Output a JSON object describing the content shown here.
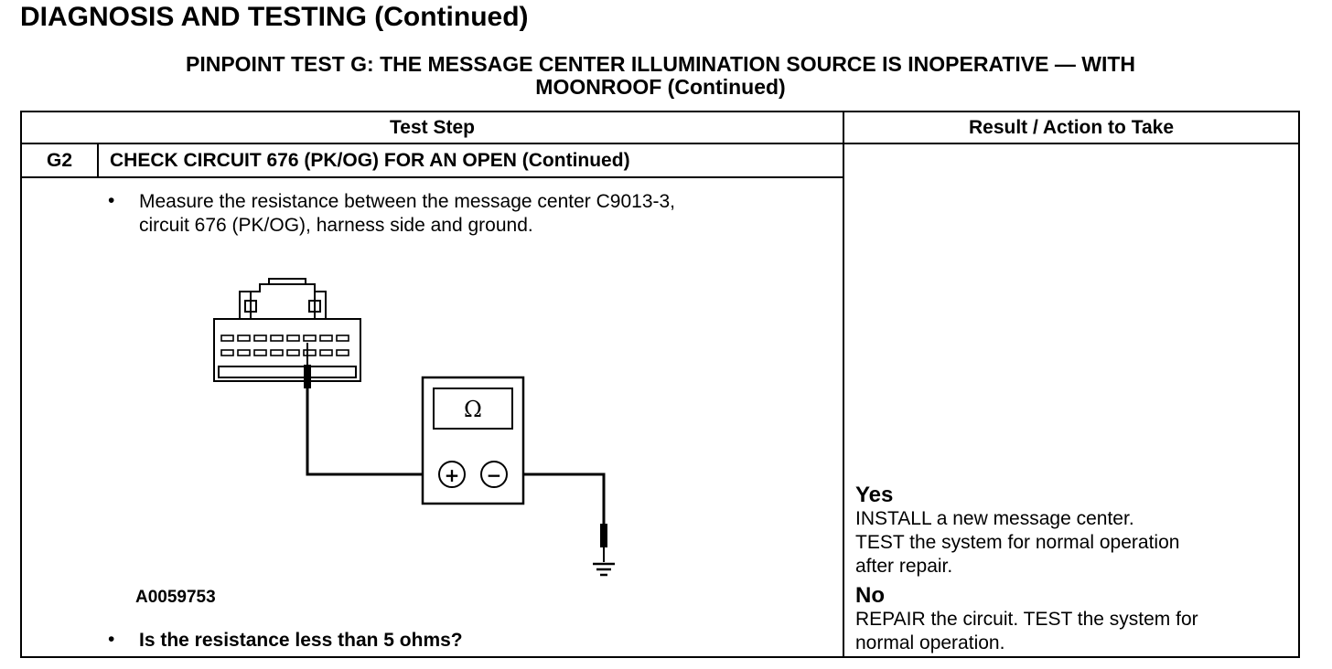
{
  "page": {
    "title": "DIAGNOSIS AND TESTING (Continued)",
    "test_title_line1": "PINPOINT TEST  G: THE MESSAGE CENTER ILLUMINATION SOURCE IS INOPERATIVE — WITH",
    "test_title_line2": "MOONROOF (Continued)"
  },
  "table": {
    "col_test_step": "Test Step",
    "col_result": "Result / Action to Take",
    "step_id": "G2",
    "step_title": "CHECK CIRCUIT 676 (PK/OG) FOR AN OPEN (Continued)",
    "bullet_symbol": "•",
    "instruction_line1": "Measure the resistance between the message center C9013-3,",
    "instruction_line2": "circuit 676 (PK/OG), harness side and ground.",
    "figure_id": "A0059753",
    "question": "Is the resistance less than 5 ohms?"
  },
  "diagram": {
    "meter_symbol": "Ω",
    "plus_symbol": "+",
    "minus_symbol": "−"
  },
  "results": {
    "yes_label": "Yes",
    "yes_line1": "INSTALL a new message center.",
    "yes_line2": "TEST the system for normal operation",
    "yes_line3": "after repair.",
    "no_label": "No",
    "no_line1": "REPAIR the circuit. TEST the system for",
    "no_line2": "normal operation."
  }
}
